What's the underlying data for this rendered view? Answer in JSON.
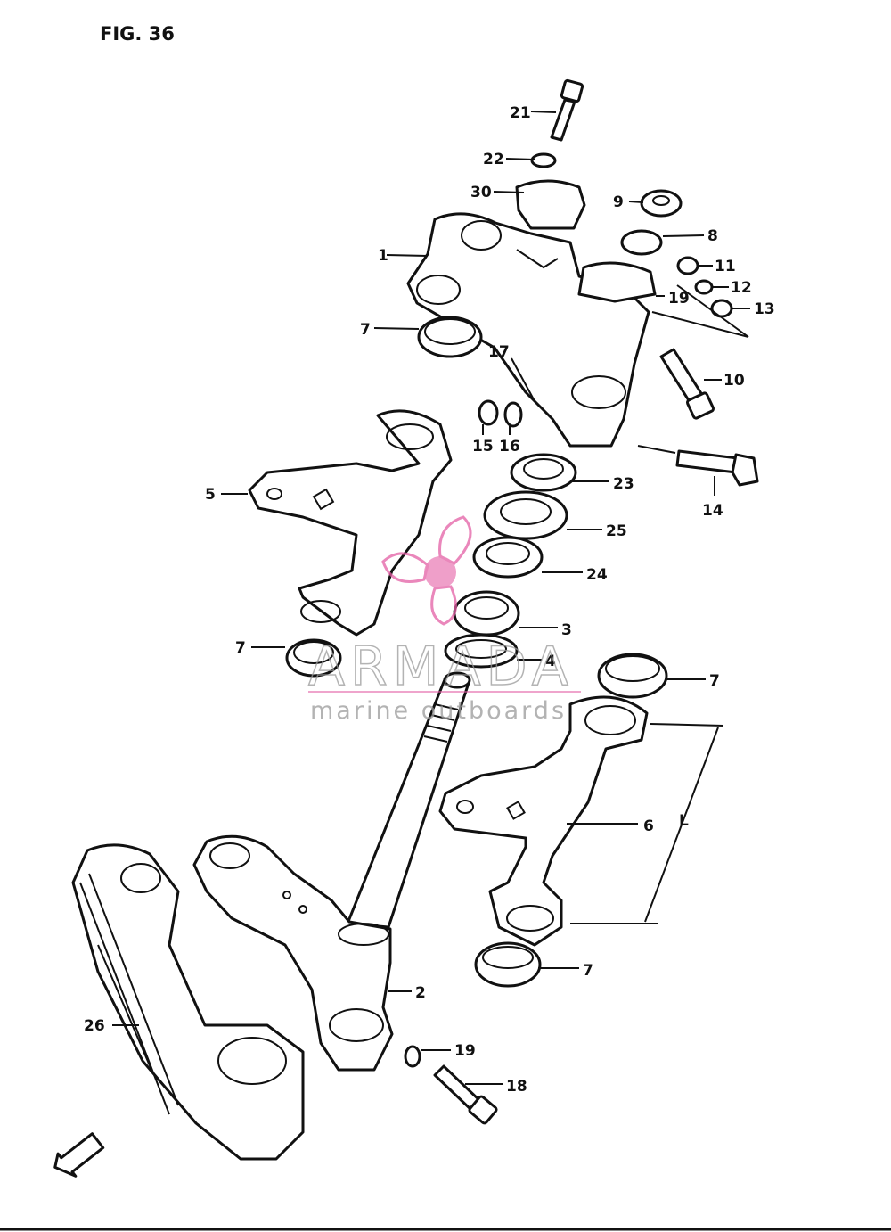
{
  "figure_title": "FIG. 36",
  "fwd_marker": "FWD",
  "watermark": {
    "brand": "ARMADA",
    "tagline": "marine outboards",
    "accent_color": "#e35fa5"
  },
  "dimension_label": "L",
  "callouts": {
    "c1": "1",
    "c2": "2",
    "c3": "3",
    "c4": "4",
    "c5": "5",
    "c6": "6",
    "c7a": "7",
    "c7b": "7",
    "c7c": "7",
    "c7d": "7",
    "c8": "8",
    "c9": "9",
    "c10": "10",
    "c11": "11",
    "c12": "12",
    "c13": "13",
    "c14": "14",
    "c15": "15",
    "c16": "16",
    "c17": "17",
    "c18": "18",
    "c19a": "19",
    "c19b": "19",
    "c21": "21",
    "c22": "22",
    "c23": "23",
    "c24": "24",
    "c25": "25",
    "c26": "26",
    "c30": "30"
  }
}
